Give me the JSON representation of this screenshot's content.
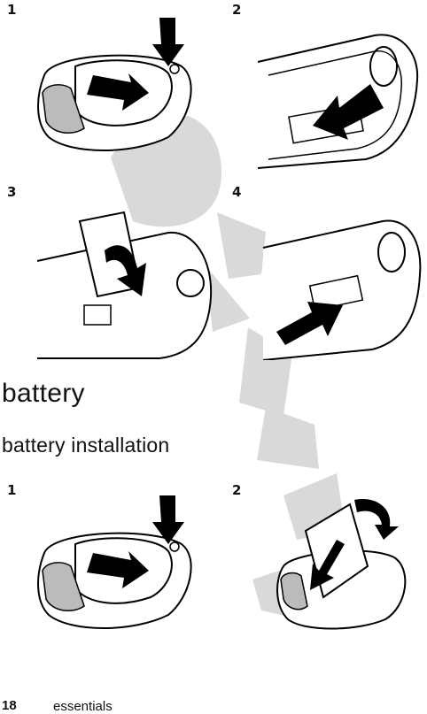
{
  "watermark": {
    "text": "DRAFT",
    "color": "#d8d8d8"
  },
  "illustrations": {
    "sim": [
      {
        "step": "1",
        "icon": "phone-back-cover-release-icon"
      },
      {
        "step": "2",
        "icon": "sim-card-slide-out-icon"
      },
      {
        "step": "3",
        "icon": "sim-holder-lift-icon"
      },
      {
        "step": "4",
        "icon": "sim-card-insert-icon"
      }
    ],
    "battery": [
      {
        "step": "1",
        "icon": "phone-back-cover-release-icon"
      },
      {
        "step": "2",
        "icon": "battery-insert-icon"
      }
    ]
  },
  "headings": {
    "section": "battery",
    "subsection": "battery installation"
  },
  "footer": {
    "page_number": "18",
    "section_name": "essentials"
  }
}
